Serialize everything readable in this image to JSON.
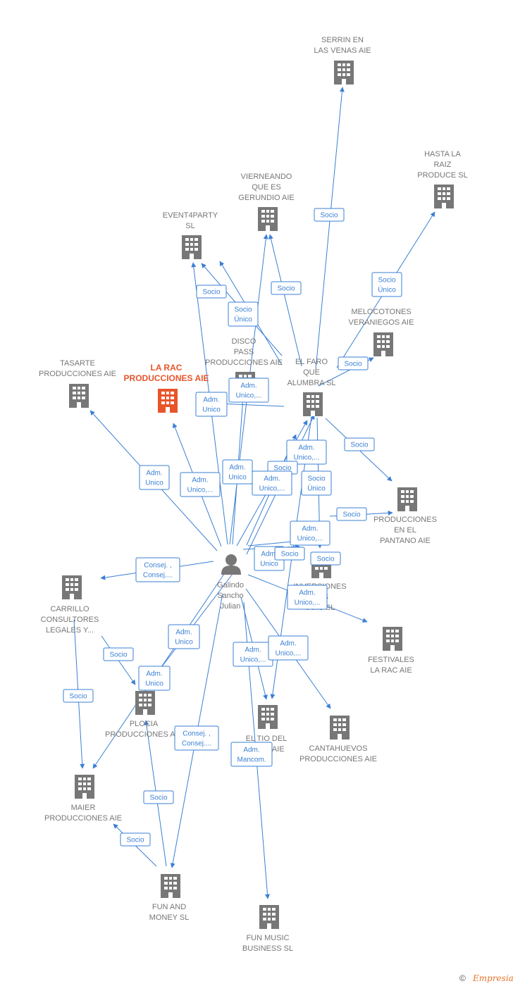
{
  "colors": {
    "edge": "#3a7fd5",
    "company": "#777777",
    "highlight": "#e8552b",
    "person": "#777777"
  },
  "nodes": [
    {
      "id": "serrin",
      "type": "company",
      "lines": [
        "SERRIN EN",
        "LAS VENAS AIE"
      ]
    },
    {
      "id": "hasta",
      "type": "company",
      "lines": [
        "HASTA LA",
        "RAIZ",
        "PRODUCE  SL"
      ]
    },
    {
      "id": "vierneando",
      "type": "company",
      "lines": [
        "VIERNEANDO",
        "QUE ES",
        "GERUNDIO AIE"
      ]
    },
    {
      "id": "event4party",
      "type": "company",
      "lines": [
        "EVENT4PARTY",
        "SL"
      ]
    },
    {
      "id": "melocotones",
      "type": "company",
      "lines": [
        "MELOCOTONES",
        "VERANIEGOS AIE"
      ]
    },
    {
      "id": "disco",
      "type": "company",
      "lines": [
        "DISCO",
        "PASS",
        "PRODUCCIONES AIE"
      ]
    },
    {
      "id": "tasarte",
      "type": "company",
      "lines": [
        "TASARTE",
        "PRODUCCIONES AIE"
      ]
    },
    {
      "id": "larac",
      "type": "company-highlight",
      "lines": [
        "LA RAC",
        "PRODUCCIONES AIE"
      ]
    },
    {
      "id": "elfaro",
      "type": "company",
      "lines": [
        "EL FARO",
        "QUE",
        "ALUMBRA  SL"
      ]
    },
    {
      "id": "pantano",
      "type": "company",
      "lines": [
        "PRODUCCIONES",
        "EN EL",
        "PANTANO AIE"
      ]
    },
    {
      "id": "inversiones",
      "type": "company",
      "lines": [
        "INVERSIONES",
        "DOS",
        "SOIS  SL"
      ]
    },
    {
      "id": "galindo",
      "type": "person",
      "lines": [
        "Galindo",
        "Sancho",
        "Julian"
      ]
    },
    {
      "id": "carrillo",
      "type": "company",
      "lines": [
        "CARRILLO",
        "CONSULTORES",
        "LEGALES Y..."
      ]
    },
    {
      "id": "festivales",
      "type": "company",
      "lines": [
        "FESTIVALES",
        "LA RAC AIE"
      ]
    },
    {
      "id": "plocia",
      "type": "company",
      "lines": [
        "PLOCIA",
        "PRODUCCIONES AIE"
      ]
    },
    {
      "id": "eltio",
      "type": "company",
      "lines": [
        "EL TIO DEL",
        "RABO AIE"
      ]
    },
    {
      "id": "cantahuevos",
      "type": "company",
      "lines": [
        "CANTAHUEVOS",
        "PRODUCCIONES AIE"
      ]
    },
    {
      "id": "maier",
      "type": "company",
      "lines": [
        "MAIER",
        "PRODUCCIONES AIE"
      ]
    },
    {
      "id": "funandmoney",
      "type": "company",
      "lines": [
        "FUN AND",
        "MONEY  SL"
      ]
    },
    {
      "id": "funmusic",
      "type": "company",
      "lines": [
        "FUN MUSIC",
        "BUSINESS  SL"
      ]
    }
  ],
  "edge_labels": [
    {
      "id": "e1",
      "lines": [
        "Socio"
      ]
    },
    {
      "id": "e2",
      "lines": [
        "Socio",
        "Único"
      ]
    },
    {
      "id": "e3",
      "lines": [
        "Socio"
      ]
    },
    {
      "id": "e4",
      "lines": [
        "Socio"
      ]
    },
    {
      "id": "e5",
      "lines": [
        "Socio",
        "Único"
      ]
    },
    {
      "id": "e6",
      "lines": [
        "Socio"
      ]
    },
    {
      "id": "e7",
      "lines": [
        "Adm.",
        "Unico,..."
      ]
    },
    {
      "id": "e8",
      "lines": [
        "Adm.",
        "Unico"
      ]
    },
    {
      "id": "e9",
      "lines": [
        "Socio"
      ]
    },
    {
      "id": "e10",
      "lines": [
        "Adm.",
        "Unico,..."
      ]
    },
    {
      "id": "e11",
      "lines": [
        "Adm.",
        "Unico"
      ]
    },
    {
      "id": "e12",
      "lines": [
        "Adm.",
        "Unico,..."
      ]
    },
    {
      "id": "e13",
      "lines": [
        "Adm.",
        "Unico"
      ]
    },
    {
      "id": "e14",
      "lines": [
        "Socio"
      ]
    },
    {
      "id": "e15",
      "lines": [
        "Adm.",
        "Unico,..."
      ]
    },
    {
      "id": "e16",
      "lines": [
        "Socio",
        "Único"
      ]
    },
    {
      "id": "e17",
      "lines": [
        "Socio"
      ]
    },
    {
      "id": "e18",
      "lines": [
        "Adm.",
        "Unico,..."
      ]
    },
    {
      "id": "e19",
      "lines": [
        "Consej. ,",
        "Consej...."
      ]
    },
    {
      "id": "e20",
      "lines": [
        "Adm.",
        "Unico"
      ]
    },
    {
      "id": "e21",
      "lines": [
        "Socio"
      ]
    },
    {
      "id": "e22",
      "lines": [
        "Socio"
      ]
    },
    {
      "id": "e23",
      "lines": [
        "Adm.",
        "Unico,..."
      ]
    },
    {
      "id": "e24",
      "lines": [
        "Adm.",
        "Unico"
      ]
    },
    {
      "id": "e25",
      "lines": [
        "Socio"
      ]
    },
    {
      "id": "e26",
      "lines": [
        "Socio"
      ]
    },
    {
      "id": "e27",
      "lines": [
        "Adm.",
        "Unico"
      ]
    },
    {
      "id": "e28",
      "lines": [
        "Adm.",
        "Unico,..."
      ]
    },
    {
      "id": "e29",
      "lines": [
        "Adm.",
        "Unico,..."
      ]
    },
    {
      "id": "e30",
      "lines": [
        "Consej. ,",
        "Consej...."
      ]
    },
    {
      "id": "e31",
      "lines": [
        "Adm.",
        "Mancom."
      ]
    },
    {
      "id": "e32",
      "lines": [
        "Socio"
      ]
    },
    {
      "id": "e33",
      "lines": [
        "Socio"
      ]
    }
  ],
  "footer": {
    "copyright_symbol": "©",
    "brand": "Empresia"
  }
}
